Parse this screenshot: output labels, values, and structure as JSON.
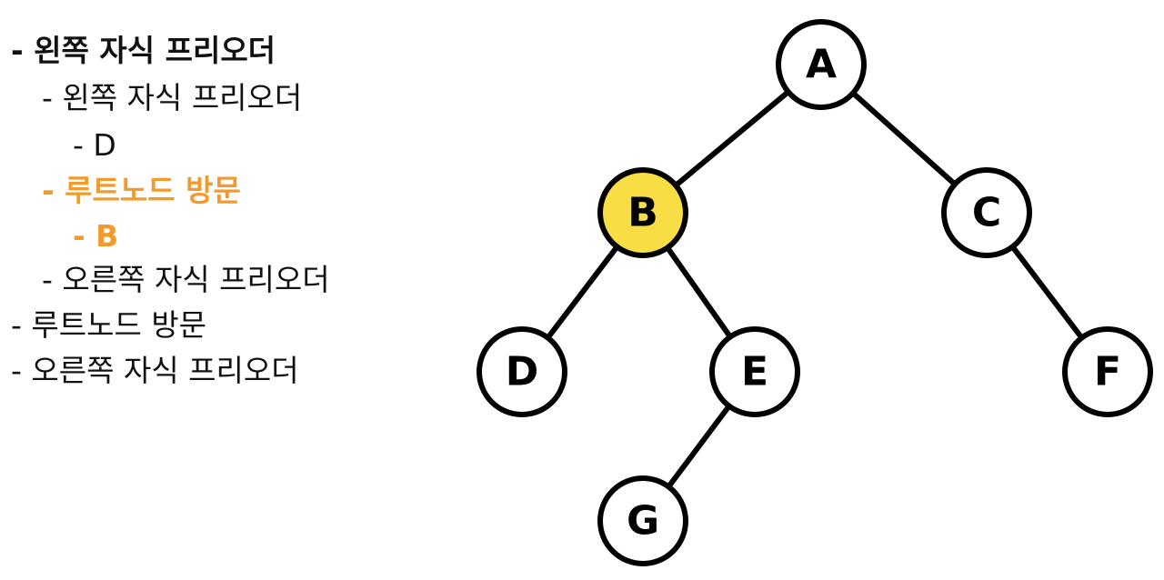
{
  "steps": [
    {
      "text": "- 왼쪽 자식 프리오더",
      "level": 0,
      "bold": true,
      "color": "#111111"
    },
    {
      "text": "- 왼쪽 자식 프리오더",
      "level": 1,
      "bold": false,
      "color": "#111111"
    },
    {
      "text": "- D",
      "level": 2,
      "bold": false,
      "color": "#111111"
    },
    {
      "text": "- 루트노드 방문",
      "level": 1,
      "bold": true,
      "color": "#F39A2D"
    },
    {
      "text": "- B",
      "level": 2,
      "bold": true,
      "color": "#F39A2D"
    },
    {
      "text": "- 오른쪽 자식 프리오더",
      "level": 1,
      "bold": false,
      "color": "#111111"
    },
    {
      "text": "- 루트노드 방문",
      "level": 0,
      "bold": false,
      "color": "#111111"
    },
    {
      "text": "- 오른쪽 자식 프리오더",
      "level": 0,
      "bold": false,
      "color": "#111111"
    }
  ],
  "tree": {
    "nodes": [
      {
        "id": "A",
        "label": "A",
        "highlighted": false
      },
      {
        "id": "B",
        "label": "B",
        "highlighted": true
      },
      {
        "id": "C",
        "label": "C",
        "highlighted": false
      },
      {
        "id": "D",
        "label": "D",
        "highlighted": false
      },
      {
        "id": "E",
        "label": "E",
        "highlighted": false
      },
      {
        "id": "F",
        "label": "F",
        "highlighted": false
      },
      {
        "id": "G",
        "label": "G",
        "highlighted": false
      }
    ],
    "edges": [
      {
        "from": "A",
        "to": "B"
      },
      {
        "from": "A",
        "to": "C"
      },
      {
        "from": "B",
        "to": "D"
      },
      {
        "from": "B",
        "to": "E"
      },
      {
        "from": "C",
        "to": "F"
      },
      {
        "from": "E",
        "to": "G"
      }
    ]
  },
  "colors": {
    "highlight_fill": "#F8DD45",
    "node_fill": "#FFFFFF",
    "stroke": "#000000",
    "emphasis_text": "#F39A2D"
  }
}
